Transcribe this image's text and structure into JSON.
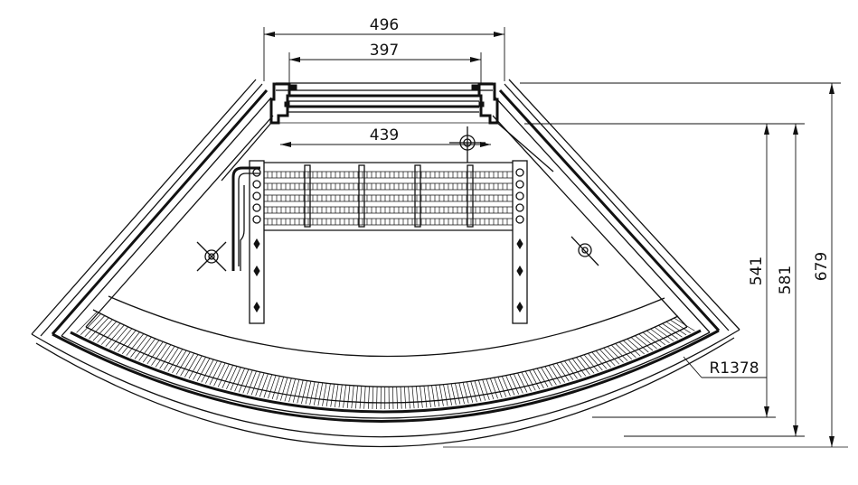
{
  "dimensions": {
    "top_outer_width": "496",
    "top_inner_width": "397",
    "coil_width": "439",
    "depth_inner": "541",
    "depth_mid": "581",
    "depth_total": "679",
    "radius": "R1378"
  },
  "colors": {
    "line": "#111111",
    "background": "#ffffff"
  },
  "icons": [
    "drain-fitting-icon",
    "cross-fixing-point-icon"
  ]
}
